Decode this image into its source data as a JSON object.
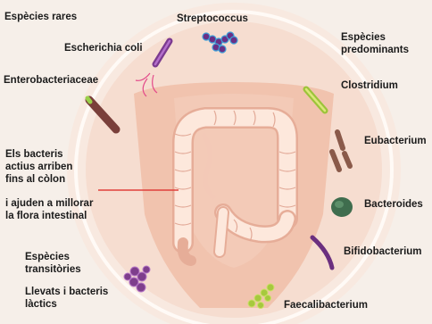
{
  "headings": {
    "rare": "Espècies rares",
    "predominant_line1": "Espècies",
    "predominant_line2": "predominants",
    "transitory_line1": "Espècies",
    "transitory_line2": "transitòries",
    "yeasts_line1": "Llevats i bacteris",
    "yeasts_line2": "làctics"
  },
  "bacteria": {
    "streptococcus": "Streptococcus",
    "escherichia": "Escherichia coli",
    "enterobacteriaceae": "Enterobacteriaceae",
    "clostridium": "Clostridium",
    "eubacterium": "Eubacterium",
    "bacteroides": "Bacteroides",
    "bifidobacterium": "Bifidobacterium",
    "faecalibacterium": "Faecalibacterium"
  },
  "note": {
    "line1": "Els bacteris",
    "line2": "actius arriben",
    "line3": "fins al còlon",
    "line4": "i ajuden a millorar",
    "line5": "la flora intestinal"
  },
  "colors": {
    "background": "#f6efe9",
    "body_silhouette": "#f3c7b4",
    "ring": "#f1d9cc",
    "intestine_fill": "#fbe3d8",
    "intestine_outline": "#e2a997",
    "pointer_line": "#e0403b"
  }
}
